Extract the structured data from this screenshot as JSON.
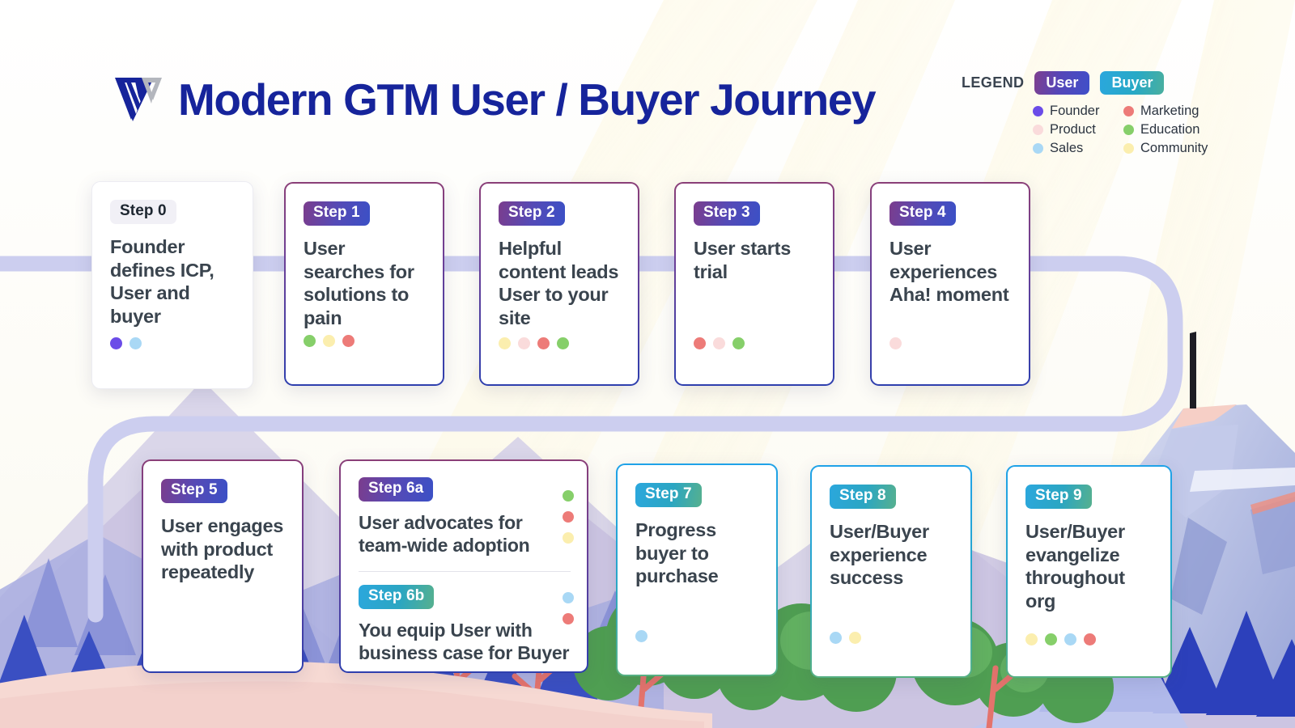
{
  "header": {
    "title": "Modern GTM User / Buyer Journey",
    "logo_name": "company-logo",
    "title_color": "#16249b"
  },
  "legend": {
    "label": "LEGEND",
    "pills": [
      {
        "label": "User",
        "type": "user",
        "colors": [
          "#7e3f8f",
          "#3f4fc9"
        ]
      },
      {
        "label": "Buyer",
        "type": "buyer",
        "colors": [
          "#2ba7dd",
          "#4aaf9e"
        ]
      }
    ],
    "items": [
      {
        "label": "Founder",
        "key": "founder",
        "color": "#6b4ce8"
      },
      {
        "label": "Marketing",
        "key": "marketing",
        "color": "#ed7b78"
      },
      {
        "label": "Product",
        "key": "product",
        "color": "#fadbdb"
      },
      {
        "label": "Education",
        "key": "education",
        "color": "#86cf6a"
      },
      {
        "label": "Sales",
        "key": "sales",
        "color": "#a9d8f5"
      },
      {
        "label": "Community",
        "key": "community",
        "color": "#fbeeae"
      }
    ]
  },
  "palette": {
    "founder": "#6b4ce8",
    "marketing": "#ed7b78",
    "product": "#fadbdb",
    "education": "#86cf6a",
    "sales": "#a9d8f5",
    "community": "#fbeeae",
    "connector": "#ccceef",
    "card_text": "#3a444e"
  },
  "steps": [
    {
      "id": "step-0",
      "badge": "Step 0",
      "badge_style": "neutral",
      "card_style": "plain",
      "text": "Founder defines ICP, User and buyer",
      "dots": [
        "founder",
        "sales"
      ]
    },
    {
      "id": "step-1",
      "badge": "Step 1",
      "badge_style": "user",
      "card_style": "grad-user",
      "text": "User searches for solutions to pain",
      "dots": [
        "education",
        "community",
        "marketing"
      ]
    },
    {
      "id": "step-2",
      "badge": "Step 2",
      "badge_style": "user",
      "card_style": "grad-user",
      "text": "Helpful content leads User to your site",
      "dots": [
        "community",
        "product",
        "marketing",
        "education"
      ]
    },
    {
      "id": "step-3",
      "badge": "Step 3",
      "badge_style": "user",
      "card_style": "grad-user",
      "text": "User starts trial",
      "dots": [
        "marketing",
        "product",
        "education"
      ]
    },
    {
      "id": "step-4",
      "badge": "Step 4",
      "badge_style": "user",
      "card_style": "grad-user",
      "text": "User experiences Aha! moment",
      "dots": [
        "product"
      ]
    },
    {
      "id": "step-5",
      "badge": "Step 5",
      "badge_style": "user",
      "card_style": "grad-user",
      "text": "User engages with product repeatedly",
      "dots": []
    },
    {
      "id": "step-6a",
      "badge": "Step 6a",
      "badge_style": "user",
      "card_style": "grad-user",
      "text": "User advocates for team-wide adoption",
      "dots": [
        "education",
        "marketing",
        "community"
      ]
    },
    {
      "id": "step-6b",
      "badge": "Step 6b",
      "badge_style": "buyer",
      "card_style": "grad-user",
      "text": "You equip User with business case for Buyer",
      "dots": [
        "sales",
        "marketing"
      ]
    },
    {
      "id": "step-7",
      "badge": "Step 7",
      "badge_style": "buyer",
      "card_style": "grad-buyer",
      "text": "Progress buyer to purchase",
      "dots": [
        "sales"
      ]
    },
    {
      "id": "step-8",
      "badge": "Step 8",
      "badge_style": "buyer",
      "card_style": "grad-buyer",
      "text": "User/Buyer experience success",
      "dots": [
        "sales",
        "community"
      ]
    },
    {
      "id": "step-9",
      "badge": "Step 9",
      "badge_style": "buyer",
      "card_style": "grad-buyer",
      "text": "User/Buyer evangelize throughout org",
      "dots": [
        "community",
        "education",
        "sales",
        "marketing"
      ]
    }
  ]
}
